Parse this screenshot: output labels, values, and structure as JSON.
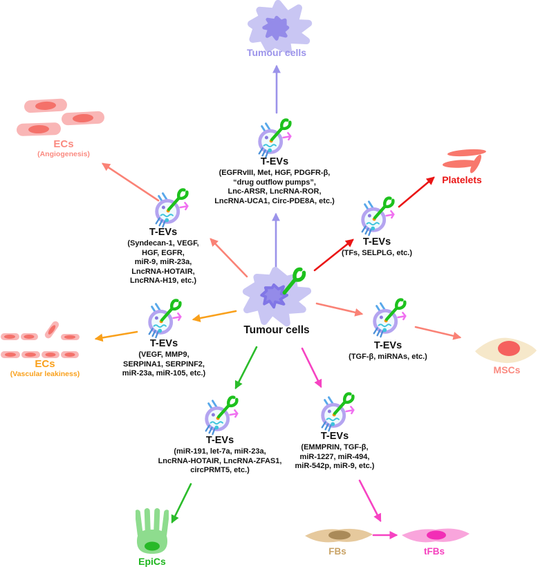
{
  "figure": {
    "tumour_top_label": "Tumour cells",
    "tumour_center_label": "Tumour cells"
  },
  "evs": {
    "top": {
      "title": "T-EVs",
      "cargo": [
        "(EGFRvIII, Met, HGF, PDGFR-β,",
        "“drug outflow pumps”,",
        "Lnc-ARSR, LncRNA-ROR,",
        "LncRNA-UCA1, Circ-PDE8A, etc.)"
      ]
    },
    "angiogenesis": {
      "title": "T-EVs",
      "cargo": [
        "(Syndecan-1, VEGF,",
        "HGF, EGFR,",
        "miR-9, miR-23a,",
        "LncRNA-HOTAIR,",
        "LncRNA-H19, etc.)"
      ]
    },
    "platelets": {
      "title": "T-EVs",
      "cargo": [
        "(TFs, SELPLG, etc.)"
      ]
    },
    "mscs": {
      "title": "T-EVs",
      "cargo": [
        "(TGF-β, miRNAs, etc.)"
      ]
    },
    "leakiness": {
      "title": "T-EVs",
      "cargo": [
        "(VEGF, MMP9,",
        "SERPINA1, SERPINF2,",
        "miR-23a, miR-105, etc.)"
      ]
    },
    "epics": {
      "title": "T-EVs",
      "cargo": [
        "(miR-191, let-7a, miR-23a,",
        "LncRNA-HOTAIR, LncRNA-ZFAS1,",
        "circPRMT5, etc.)"
      ]
    },
    "fibroblasts": {
      "title": "T-EVs",
      "cargo": [
        "(EMMPRIN, TGF-β,",
        "miR-1227, miR-494,",
        "miR-542p, miR-9, etc.)"
      ]
    }
  },
  "targets": {
    "ecs_angiogenesis": {
      "name": "ECs",
      "subtitle": "(Angiogenesis)"
    },
    "platelets": {
      "name": "Platelets"
    },
    "mscs": {
      "name": "MSCs"
    },
    "ecs_leakiness": {
      "name": "ECs",
      "subtitle": "(Vascular leakiness)"
    },
    "epics": {
      "name": "EpiCs"
    },
    "fbs": {
      "name": "FBs"
    },
    "tfbs": {
      "name": "tFBs"
    }
  },
  "colors": {
    "tumour_body": "#c9c6f3",
    "tumour_nucleus": "#948be9",
    "purple_arrow": "#9b93ea",
    "salmon_arrow": "#fa8276",
    "red_arrow": "#ea1515",
    "orange_arrow": "#f9a01b",
    "green_arrow": "#2bbc2b",
    "magenta_arrow": "#f643c2",
    "ev_ring": "#b4a4f0",
    "ev_wrench_green": "#1dc11d",
    "ec_pink": "#f9b6b6",
    "msc_body": "#f6e8ca",
    "epic_green": "#8edc8e",
    "fb_tan": "#e6c99d",
    "tfb_pink": "#f9a5dc"
  }
}
